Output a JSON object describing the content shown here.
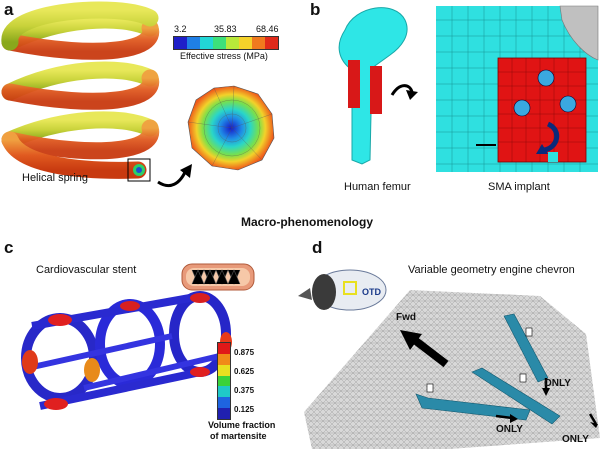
{
  "panels": {
    "a": {
      "label": "a",
      "caption": "Helical spring",
      "colorbar": {
        "ticks": [
          "3.2",
          "35.83",
          "68.46"
        ],
        "title": "Effective stress (MPa)",
        "colors": [
          "#1f1fc8",
          "#1f7fe6",
          "#22d6d6",
          "#3ce07a",
          "#b8e83a",
          "#f5d22a",
          "#f07a1e",
          "#e02a1a"
        ]
      }
    },
    "b": {
      "label": "b",
      "caption_left": "Human femur",
      "caption_right": "SMA implant"
    },
    "center_title": "Macro-phenomenology",
    "c": {
      "label": "c",
      "caption": "Cardiovascular stent",
      "legend": {
        "values": [
          "0.875",
          "0.625",
          "0.375",
          "0.125"
        ],
        "title_line1": "Volume fraction",
        "title_line2": "of martensite",
        "colors": [
          "#e01818",
          "#f08a18",
          "#e8e020",
          "#3ad23a",
          "#1fc8c8",
          "#1e64e0",
          "#2020b0"
        ]
      }
    },
    "d": {
      "label": "d",
      "caption": "Variable geometry engine chevron",
      "arrow_labels": [
        "Fwd",
        "ONLY",
        "ONLY",
        "ONLY"
      ],
      "engine_text": "OTD"
    }
  }
}
